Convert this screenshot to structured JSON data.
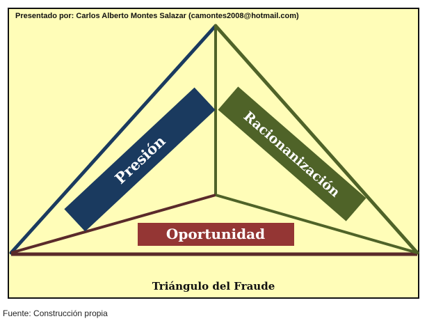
{
  "header": {
    "author": "Presentado por: Carlos Alberto Montes Salazar (camontes2008@hotmail.com)"
  },
  "diagram": {
    "labels": {
      "pressure": "Presión",
      "rationalization": "Racionanización",
      "opportunity": "Oportunidad"
    },
    "title": "Triángulo del Fraude"
  },
  "footer": {
    "source": "Fuente: Construcción propia"
  },
  "colors": {
    "background": "#fffdb8",
    "pressure": "#1a3a5f",
    "rationalization": "#4f6328",
    "opportunity": "#943634",
    "text_light": "#ffffff"
  }
}
